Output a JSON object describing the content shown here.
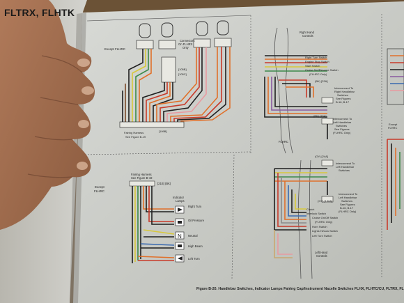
{
  "page_header": "FLTRX, FLHTK",
  "caption": "Figure B-20. Handlebar Switches, Indicator Lamps Fairing Cap/Instrument Nacelle Switches FLHX, FLHTC/CU, FLTRX, FL",
  "left_top": {
    "panel_label": "Except FLHRC",
    "connector_note_1": "Connectors",
    "connector_note_2": "On FLHRX",
    "connector_note_3": "Only",
    "ref_1": "[105B]",
    "ref_2": "[105C]",
    "harness_ref": "[109B]",
    "harness_1": "Fairing Harness",
    "harness_2": "See Figure B-19"
  },
  "left_bottom": {
    "panel_label_1": "Except",
    "panel_label_2": "FLHRC",
    "harness_1": "Fairing Harness",
    "harness_2": "See Figure B-19",
    "connector_ref": "[21B] (BK)",
    "indicators_title_1": "Indicator",
    "indicators_title_2": "Lamps",
    "lamps": [
      "Right Turn",
      "Oil Pressure",
      "Neutral",
      "High Beam",
      "Left Turn"
    ]
  },
  "right_top": {
    "controls_1": "Right Hand",
    "controls_2": "Controls",
    "switches": [
      "Right Turn Switch",
      "Engine Stop Switch",
      "Start Switch",
      "Cruise Set/Resume Switch",
      "(FLHRC Only)"
    ],
    "bk_ref": "(BK) [22A]",
    "flhrc": "FLHRC",
    "interconnect_1": "Interconnect To",
    "interconnect_2": "Right Handlebar",
    "interconnect_3": "Switches",
    "interconnect_4": "See Figures",
    "interconnect_5": "B-16, B-17",
    "bk2_ref": "(BK) [15A]",
    "interconnect2_1": "Interconnect To",
    "interconnect2_2": "Left Handlebar",
    "interconnect2_3": "Switches",
    "interconnect2_4": "See Figures",
    "interconnect2_5": "(FLHRC Only)"
  },
  "right_bottom": {
    "gy_ref": "(GY) [24A]",
    "interconnect_1": "Interconnect To",
    "interconnect_2": "Left Handlebar",
    "interconnect_3": "Switches",
    "gy2_ref": "(GY) [158A]",
    "interconnect2_1": "Interconnect To",
    "interconnect2_2": "Left Handlebar",
    "interconnect2_3": "Switches",
    "interconnect2_4": "See Figures",
    "interconnect2_5": "B-16, B-17",
    "interconnect2_6": "(FLHRC Only)",
    "switches": [
      "Clutch",
      "Interlock Switch",
      "Cruise On/Off Switch",
      "(FLHRC Only)",
      "Horn Switch",
      "Lights Hi/Low Switch",
      "Left Turn Switch"
    ],
    "controls_1": "Left Hand",
    "controls_2": "Controls"
  },
  "far_right": {
    "label_1": "Except",
    "label_2": "FLHRC"
  },
  "colors": {
    "black": "#1f1f1f",
    "orange": "#e0702a",
    "red": "#c83a2a",
    "yellow": "#d8c83a",
    "green": "#3d8a4a",
    "brown": "#7a4a2a",
    "violet": "#8a5aa0",
    "gray": "#8a8a8a",
    "white": "#f0f0ea",
    "blue": "#3a6ab0",
    "pink": "#e89aa0",
    "tan": "#c8a870"
  }
}
